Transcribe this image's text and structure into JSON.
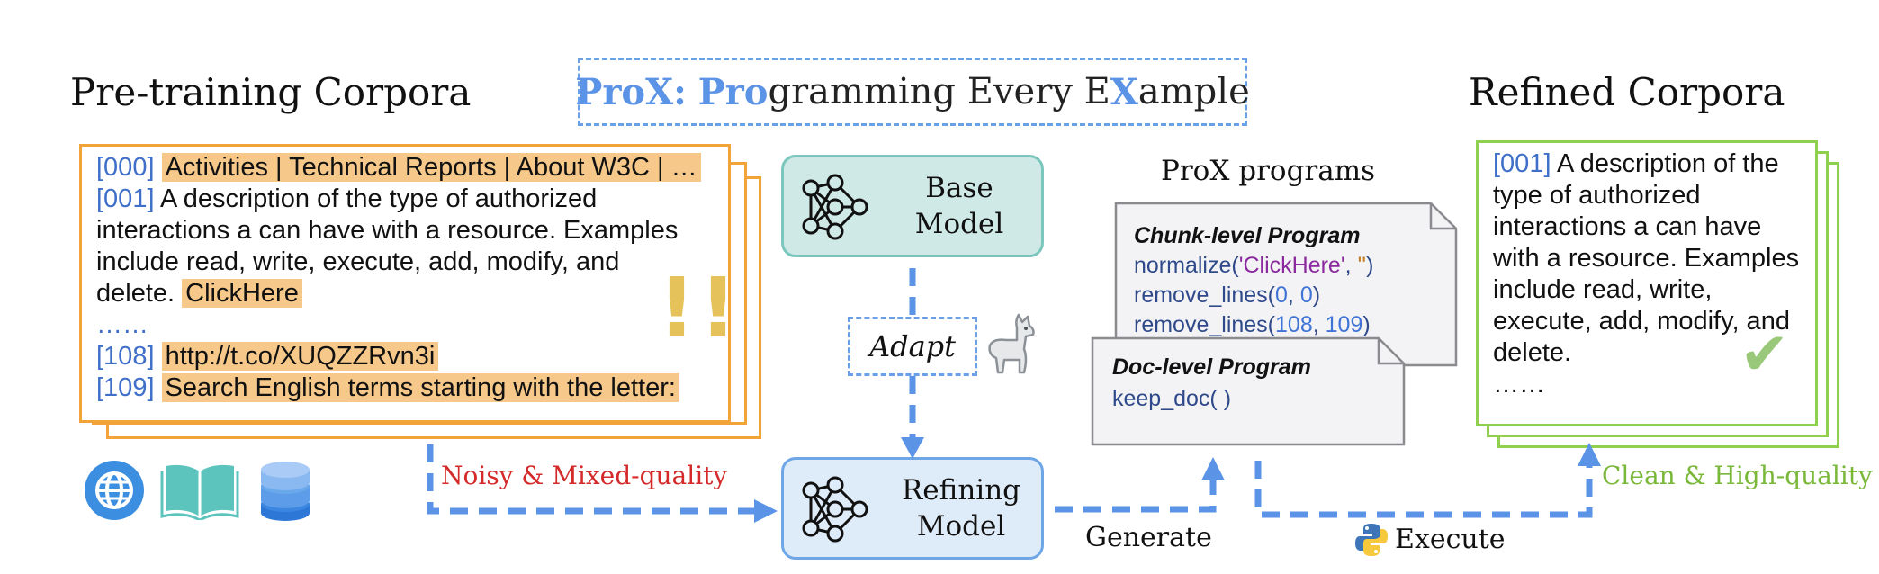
{
  "left": {
    "title": "Pre-training Corpora",
    "lines": [
      {
        "idx": "[000]",
        "text": "Activities | Technical Reports | About W3C | …",
        "highlight": true
      },
      {
        "idx": "[001]",
        "text": "A description of the type of authorized",
        "highlight": false
      },
      {
        "idx": "",
        "text": "interactions a can have with a resource. Examples",
        "highlight": false
      },
      {
        "idx": "",
        "text": "include read, write, execute, add, modify, and",
        "highlight": false
      },
      {
        "idx": "",
        "text": "delete.",
        "highlight": false
      },
      {
        "idx": "",
        "text": "……",
        "highlight": false
      },
      {
        "idx": "[108]",
        "text": "http://t.co/XUQZZRvn3i",
        "highlight": true
      },
      {
        "idx": "[109]",
        "text": "Search English terms starting with the letter:",
        "highlight": true
      }
    ],
    "inline_highlight": "ClickHere",
    "warning": "!!"
  },
  "banner": {
    "prox": "ProX:",
    "pro": "Pro",
    "gramming": "gramming Every E",
    "x": "X",
    "ample": "ample"
  },
  "base_model": {
    "line1": "Base",
    "line2": "Model"
  },
  "refining_model": {
    "line1": "Refining",
    "line2": "Model"
  },
  "adapt": "Adapt",
  "programs": {
    "title": "ProX programs",
    "chunk": {
      "header": "Chunk-level Program",
      "normalize_fn": "normalize(",
      "normalize_arg1": "'ClickHere'",
      "normalize_sep": ", ",
      "normalize_arg2": "''",
      "normalize_end": ")",
      "rl1_fn": "remove_lines(",
      "rl1_a": "0",
      "rl1_b": "0",
      "rl2_fn": "remove_lines(",
      "rl2_a": "108",
      "rl2_b": "109",
      "comma": ", ",
      "close": ")"
    },
    "doc": {
      "header": "Doc-level Program",
      "line": "keep_doc( )"
    }
  },
  "right": {
    "title": "Refined Corpora",
    "first_idx": "[001]",
    "first_text": "A description of the",
    "lines": [
      "type of authorized",
      "interactions a can have",
      "with a resource. Examples",
      "include read, write,",
      "execute, add, modify, and",
      "delete.",
      "……"
    ],
    "check": "✔"
  },
  "labels": {
    "noisy": "Noisy & Mixed-quality",
    "generate": "Generate",
    "execute": "Execute",
    "clean": "Clean & High-quality"
  },
  "colors": {
    "orange": "#f2a33a",
    "green": "#8fd14f",
    "blue_arrow": "#5b93e6",
    "red_label": "#d42a2a",
    "green_label": "#7ab83a"
  }
}
